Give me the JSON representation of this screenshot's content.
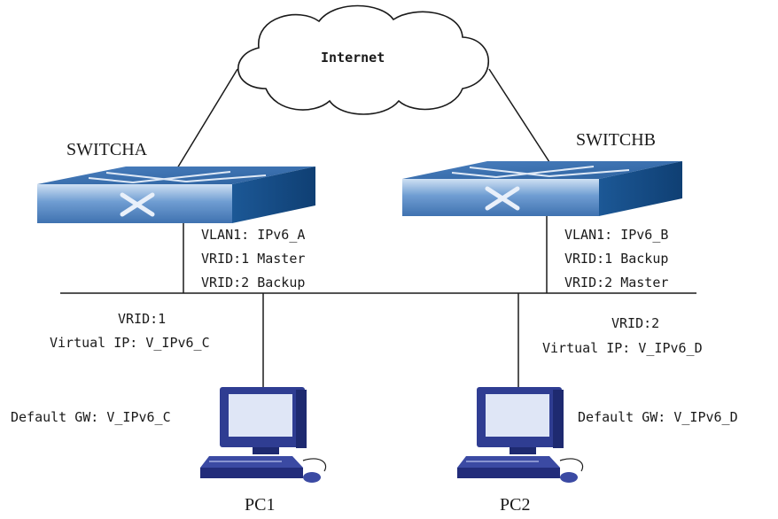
{
  "cloud": {
    "label": "Internet"
  },
  "switch_a": {
    "name": "SWITCHA",
    "vlan": "VLAN1: IPv6_A",
    "vrid1": "VRID:1 Master",
    "vrid2": "VRID:2 Backup"
  },
  "switch_b": {
    "name": "SWITCHB",
    "vlan": "VLAN1: IPv6_B",
    "vrid1": "VRID:1 Backup",
    "vrid2": "VRID:2 Master"
  },
  "group1": {
    "vrid": "VRID:1",
    "virtual_ip": "Virtual IP: V_IPv6_C"
  },
  "group2": {
    "vrid": "VRID:2",
    "virtual_ip": "Virtual IP: V_IPv6_D"
  },
  "pc1": {
    "name": "PC1",
    "gateway": "Default GW: V_IPv6_C"
  },
  "pc2": {
    "name": "PC2",
    "gateway": "Default GW: V_IPv6_D"
  },
  "colors": {
    "switch_top": "#3a6ea8",
    "switch_side": "#1f5a95",
    "switch_front": "#5e8fc8",
    "monitor": "#2f3d92",
    "screen": "#dfe6f6",
    "line": "#1a1a1a"
  }
}
